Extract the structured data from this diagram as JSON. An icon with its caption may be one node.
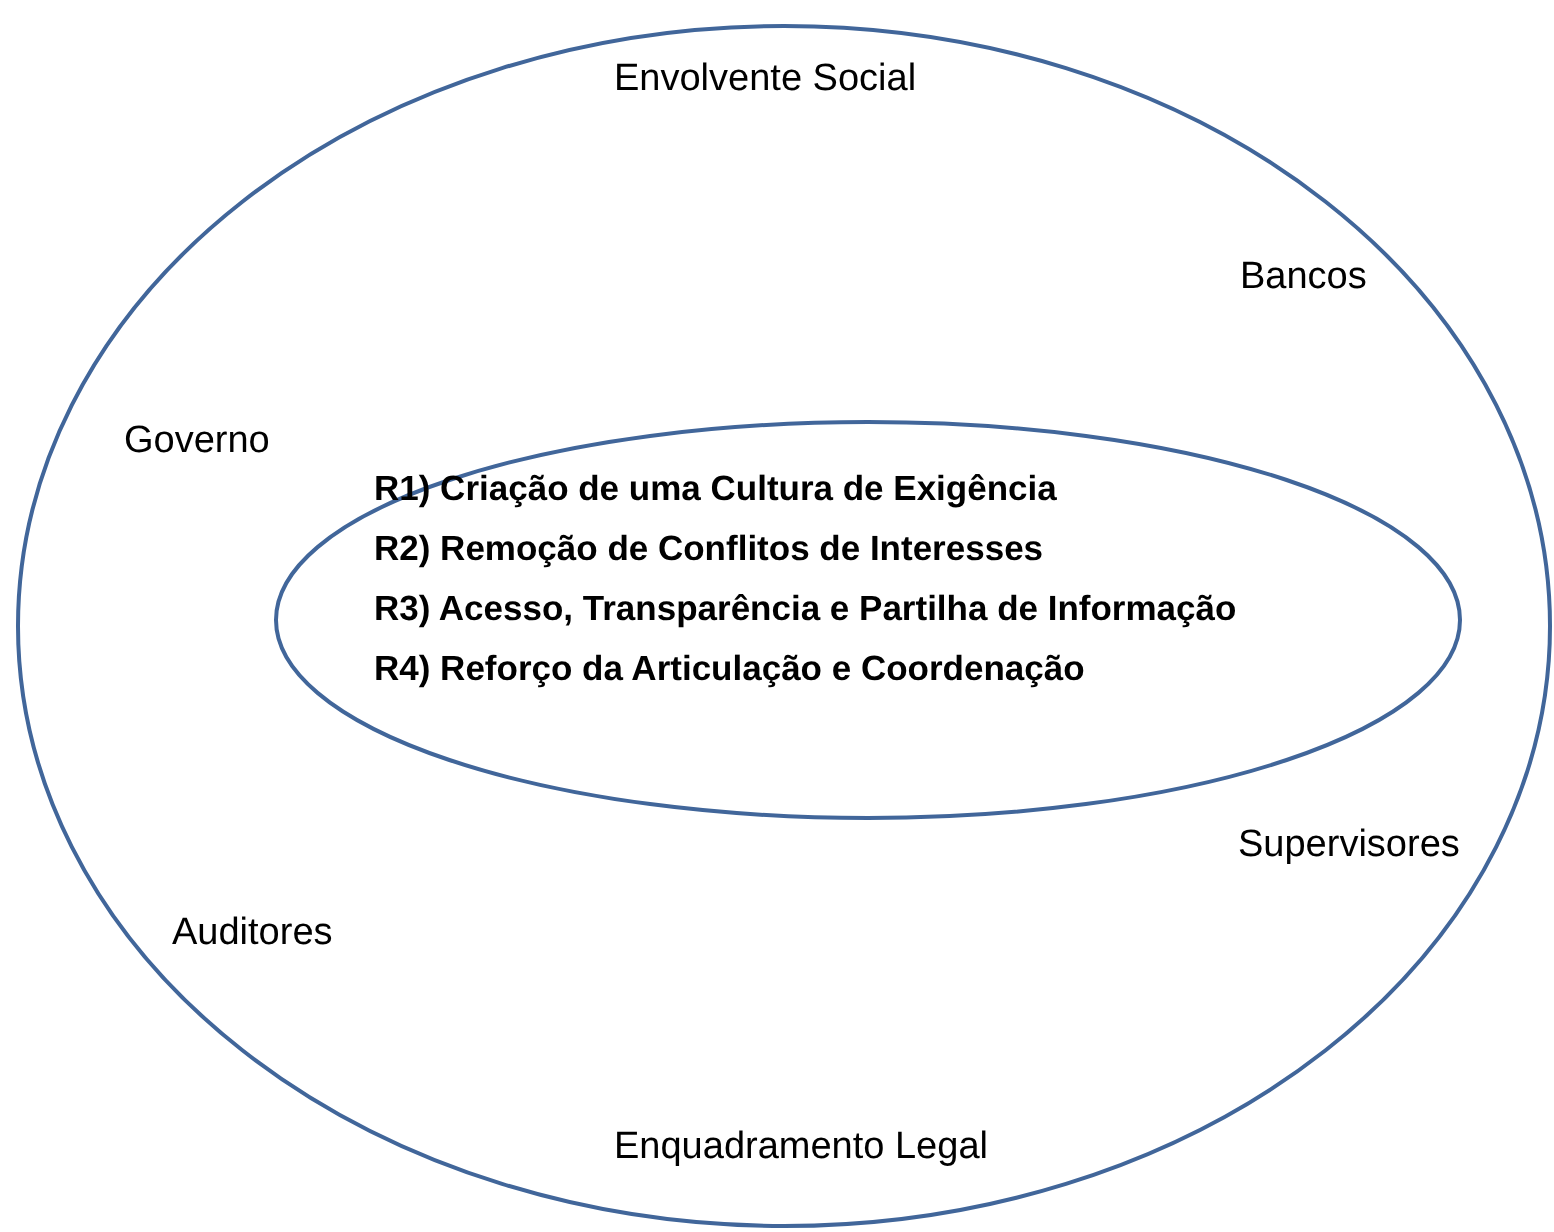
{
  "diagram": {
    "nodes": [
      {
        "text": [
          "Envolvente Social",
          "Bancos",
          "Governo",
          "Supervisores",
          "Auditores",
          "Enquadramento Legal"
        ]
      },
      {
        "text": [
          "R1) Criação de uma Cultura de Exigência",
          "R2) Remoção de Conflitos de Interesses",
          "R3) Acesso, Transparência e Partilha de Informação",
          "R4) Reforço da Articulação e Coordenação"
        ],
        "in": 0
      }
    ]
  }
}
